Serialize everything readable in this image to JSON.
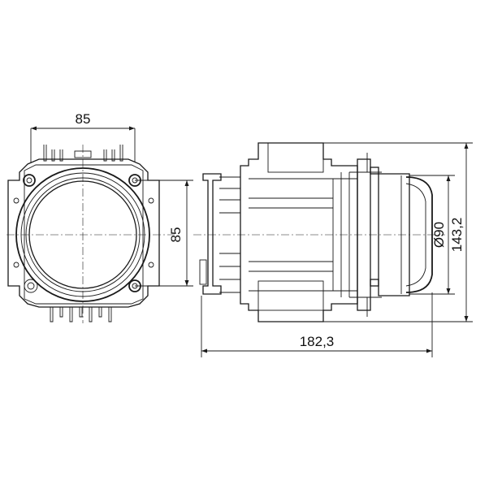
{
  "dimensions": {
    "front_width": "85",
    "front_height": "85",
    "lens_diameter": "Ø90",
    "total_height": "143,2",
    "total_length": "182,3"
  }
}
